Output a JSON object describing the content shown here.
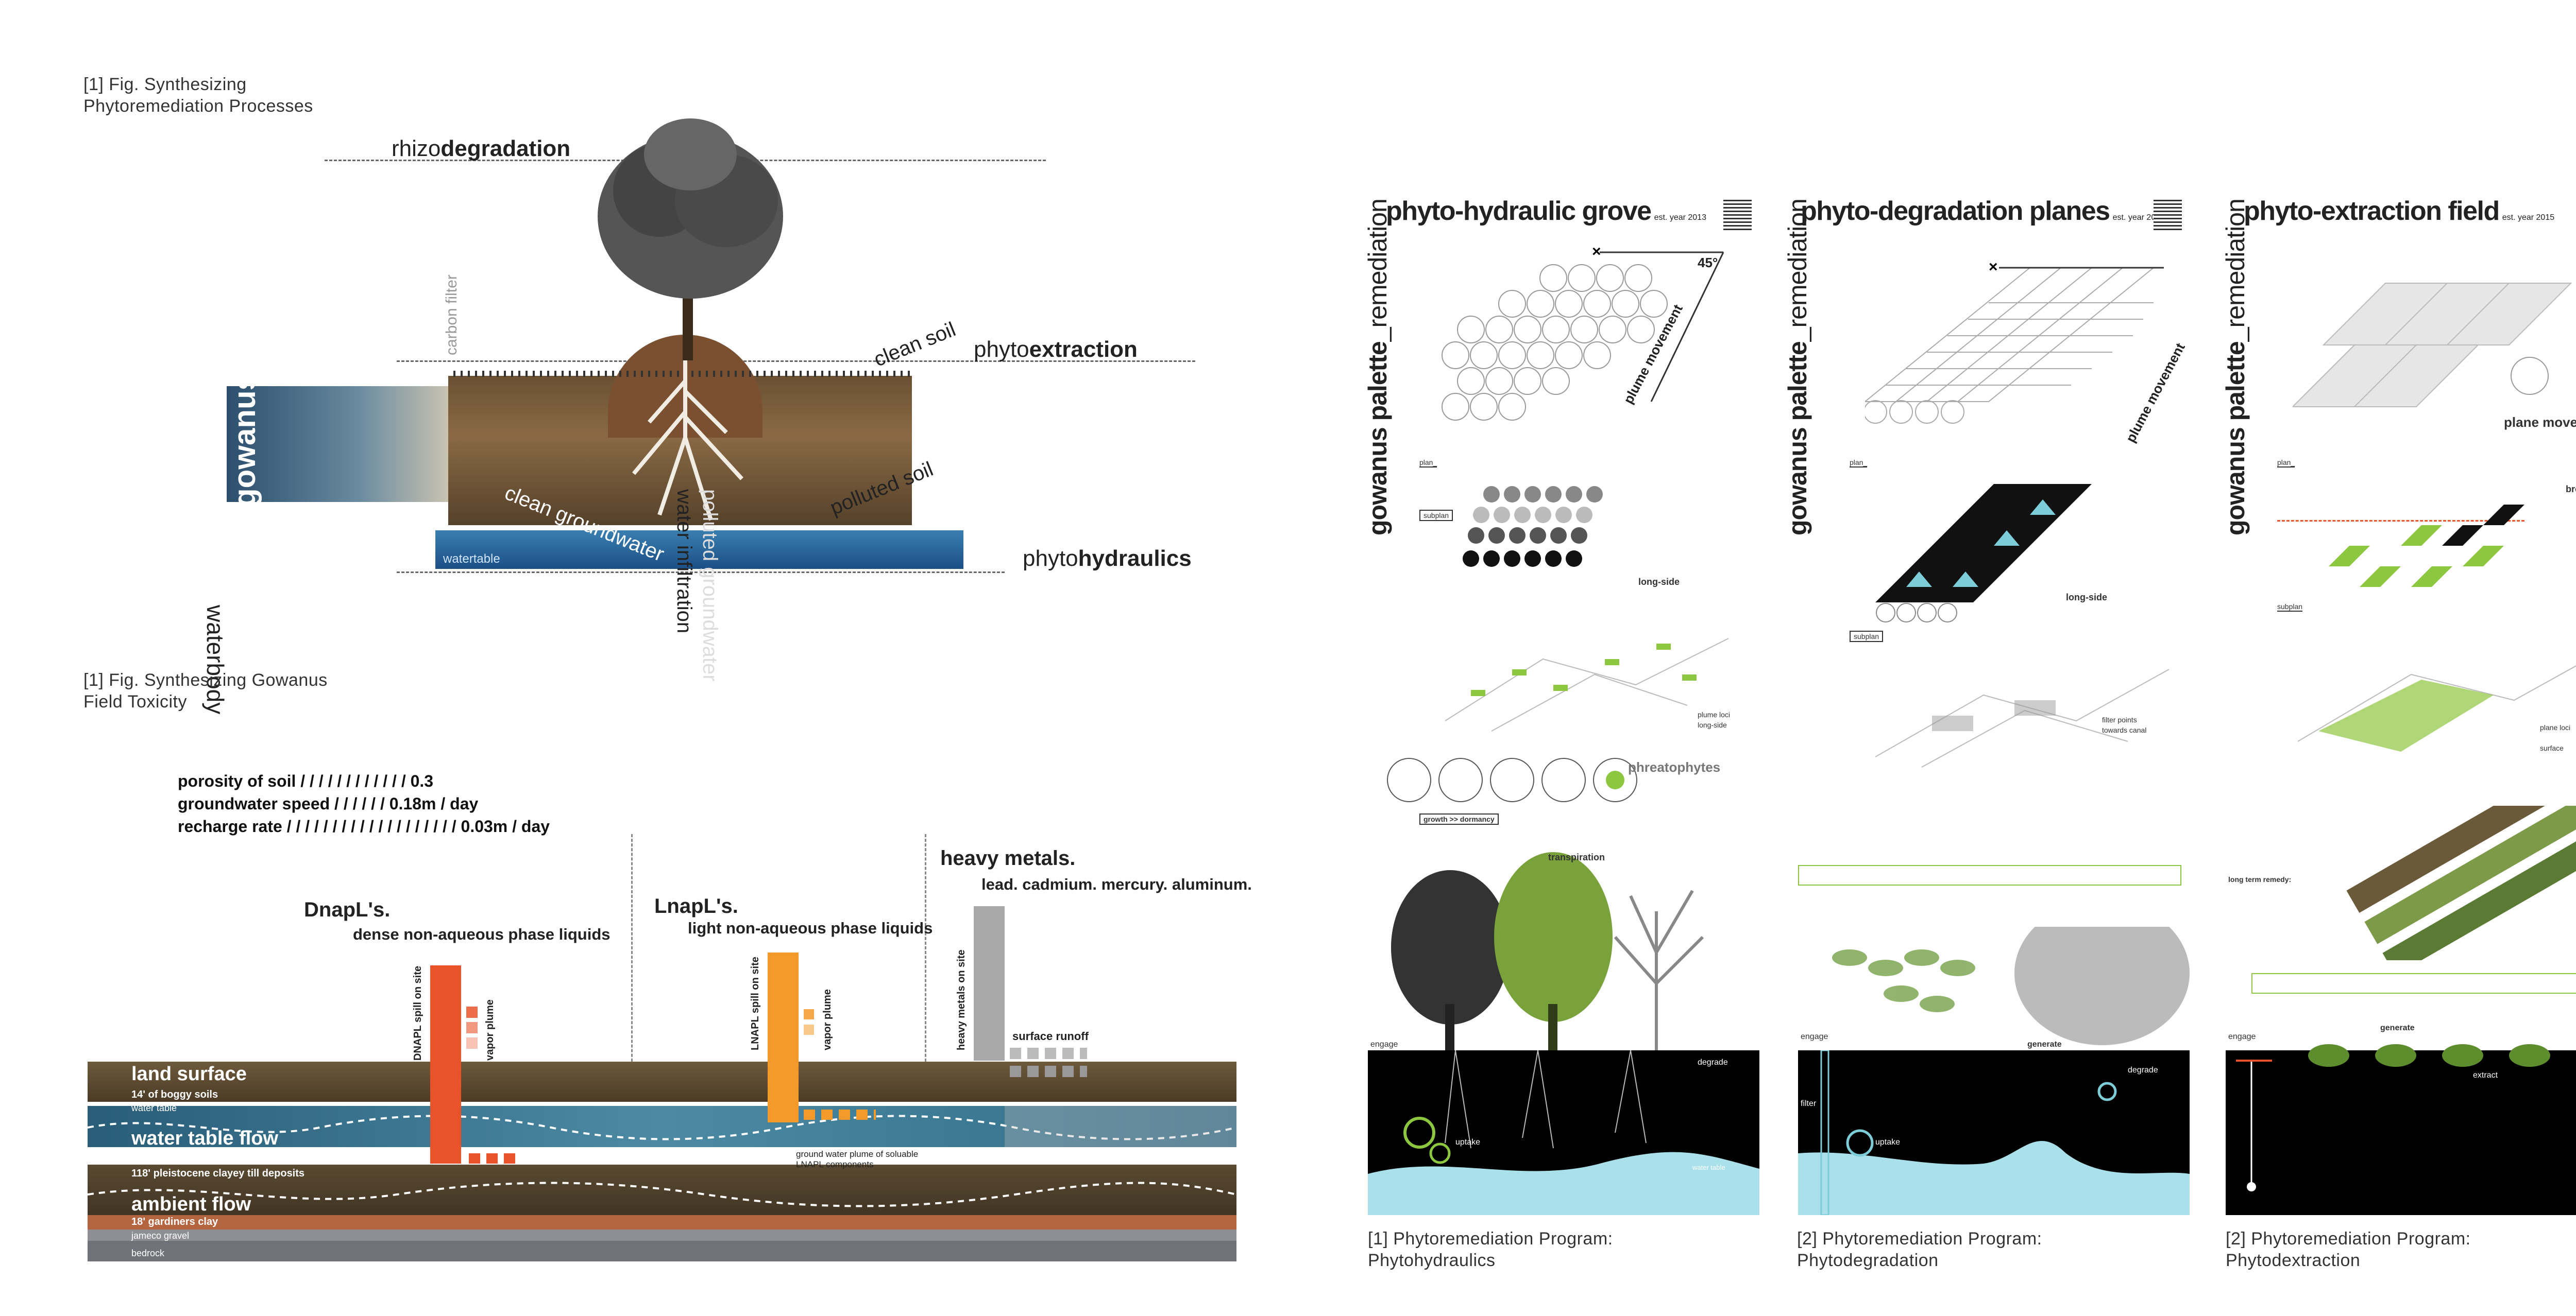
{
  "left": {
    "caption1_line1": "[1] Fig. Synthesizing",
    "caption1_line2": "Phytoremediation Processes",
    "rhizo_prefix": "rhizo",
    "rhizo_bold": "degradation",
    "phyto_extraction_prefix": "phyto",
    "phyto_extraction_bold": "extraction",
    "phyto_hydraulics_prefix": "phyto",
    "phyto_hydraulics_bold": "hydraulics",
    "gowanus": "gowanus",
    "waterbody": "waterbody",
    "clean_soil": "clean soil",
    "polluted_soil": "polluted soil",
    "clean_groundwater": "clean groundwater",
    "water_infiltration": "water infiltration",
    "polluted_groundwater": "polluted groundwater",
    "carbon_filter": "carbon filter",
    "watertable": "watertable",
    "caption2_line1": "[1] Fig. Synthesizing Gowanus",
    "caption2_line2": "Field Toxicity",
    "stat_porosity": "porosity of soil / / / / / / / / / / / / 0.3",
    "stat_groundwater": "groundwater speed / / / / / / 0.18m / day",
    "stat_recharge": "recharge rate / / / / / / / / / / / / / / / / / / /  0.03m / day",
    "dnapl_title": "DnapL's.",
    "dnapl_sub": "dense non-aqueous phase liquids",
    "lnapl_title": "LnapL's.",
    "lnapl_sub": "light non-aqueous phase liquids",
    "metals_title": "heavy metals.",
    "metals_sub": "lead. cadmium. mercury. aluminum.",
    "dnapl_bar": "DNAPL spill on site",
    "lnapl_bar": "LNAPL spill on site",
    "metals_bar": "heavy metals on site",
    "vapor_plume": "vapor plume",
    "surface_runoff": "surface runoff",
    "ground_water_plume_1": "ground water plume of soluable",
    "ground_water_plume_2": "LNAPL components",
    "land_surface": "land surface",
    "boggy": "14' of boggy soils",
    "water_table": "water table",
    "water_table_flow": "water table flow",
    "pleistocene": "118' pleistocene clayey till deposits",
    "ambient_flow": "ambient flow",
    "gardiners": "18' gardiners clay",
    "jameco": "jameco gravel",
    "bedrock": "bedrock"
  },
  "panels": [
    {
      "title": "phyto-hydraulic grove",
      "est": "est. year 2013",
      "side_bold": "gowanus palette",
      "side_rest": "_remediation",
      "angle": "45°",
      "movement": "plume movement",
      "plan": "plan_",
      "subplan": "subplan",
      "long_side": "long-side",
      "loci": "plume loci",
      "phreat_title": "phreatophytes",
      "growth": "growth >> dormancy",
      "transpiration": "transpiration",
      "engage": "engage",
      "uptake": "uptake",
      "degrade": "degrade",
      "water_table": "water table",
      "caption_line1": "[1] Phytoremediation Program:",
      "caption_line2": "Phytohydraulics"
    },
    {
      "title": "phyto-degradation planes",
      "est": "est. year 2014",
      "side_bold": "gowanus palette",
      "side_rest": "_remediation",
      "movement": "plume movement",
      "plan": "plan_",
      "subplan": "subplan",
      "long_side": "long-side",
      "filter_points": "filter points",
      "towards_canal": "towards canal",
      "engage": "engage",
      "filter": "filter",
      "uptake": "uptake",
      "degrade": "degrade",
      "generate": "generate",
      "caption_line1": "[2] Phytoremediation Program:",
      "caption_line2": "Phytodegradation"
    },
    {
      "title": "phyto-extraction field",
      "est": "est. year 2015",
      "side_bold": "gowanus palette",
      "side_rest": "_remediation",
      "movement": "plane movement",
      "plan": "plan_",
      "subplan": "subplan",
      "broad_side": "broad-side",
      "plane_loci": "plane loci",
      "surface": "surface",
      "long_term": "long term remedy:",
      "engage": "engage",
      "generate": "generate",
      "extract": "extract",
      "caption_line1": "[2] Phytoremediation Program:",
      "caption_line2": "Phytodextraction"
    }
  ],
  "colors": {
    "dnapl": "#e8532a",
    "lnapl": "#f39a2b",
    "metals": "#a9a9a9",
    "accent_green": "#8dc63f",
    "accent_cyan": "#7ccdd8"
  }
}
